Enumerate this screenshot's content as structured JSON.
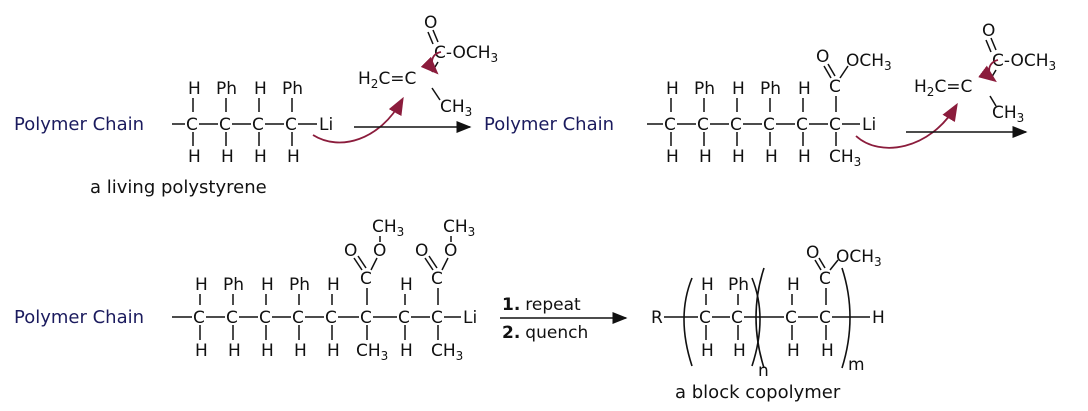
{
  "labels": {
    "polymer_chain": "Polymer Chain",
    "living_caption": "a living polystyrene",
    "block_caption": "a block copolymer",
    "step1_num": "1.",
    "step1_text": "repeat",
    "step2_num": "2.",
    "step2_text": "quench"
  },
  "atoms": {
    "H": "H",
    "C": "C",
    "Ph": "Ph",
    "Li": "Li",
    "O": "O",
    "R": "R",
    "methoxy": "C-OCH",
    "ch3": "CH",
    "h2c": "H",
    "eq_c": "C=C",
    "sub2": "2",
    "sub3": "3",
    "n": "n",
    "m": "m"
  },
  "colors": {
    "text": "#111111",
    "chain_label": "#1b1b5e",
    "electron_arrow": "#8b1c3c"
  }
}
